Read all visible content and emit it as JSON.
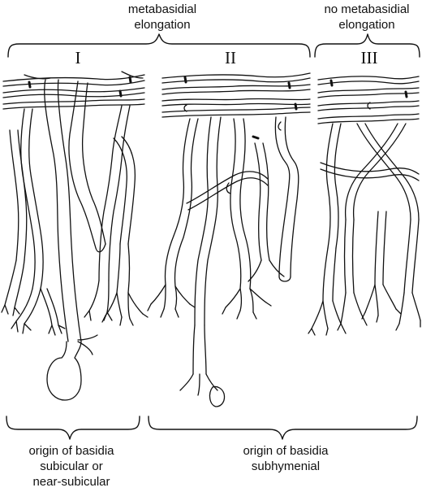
{
  "labels": {
    "top_left": [
      "metabasidial",
      "elongation"
    ],
    "top_right": [
      "no metabasidial",
      "elongation"
    ],
    "bottom_left": [
      "origin of basidia",
      "subicular or",
      "near-subicular"
    ],
    "bottom_right": [
      "origin of basidia",
      "subhymenial"
    ]
  },
  "panels": {
    "p1": "I",
    "p2": "II",
    "p3": "III"
  },
  "colors": {
    "ink": "#111111",
    "background": "#ffffff"
  }
}
